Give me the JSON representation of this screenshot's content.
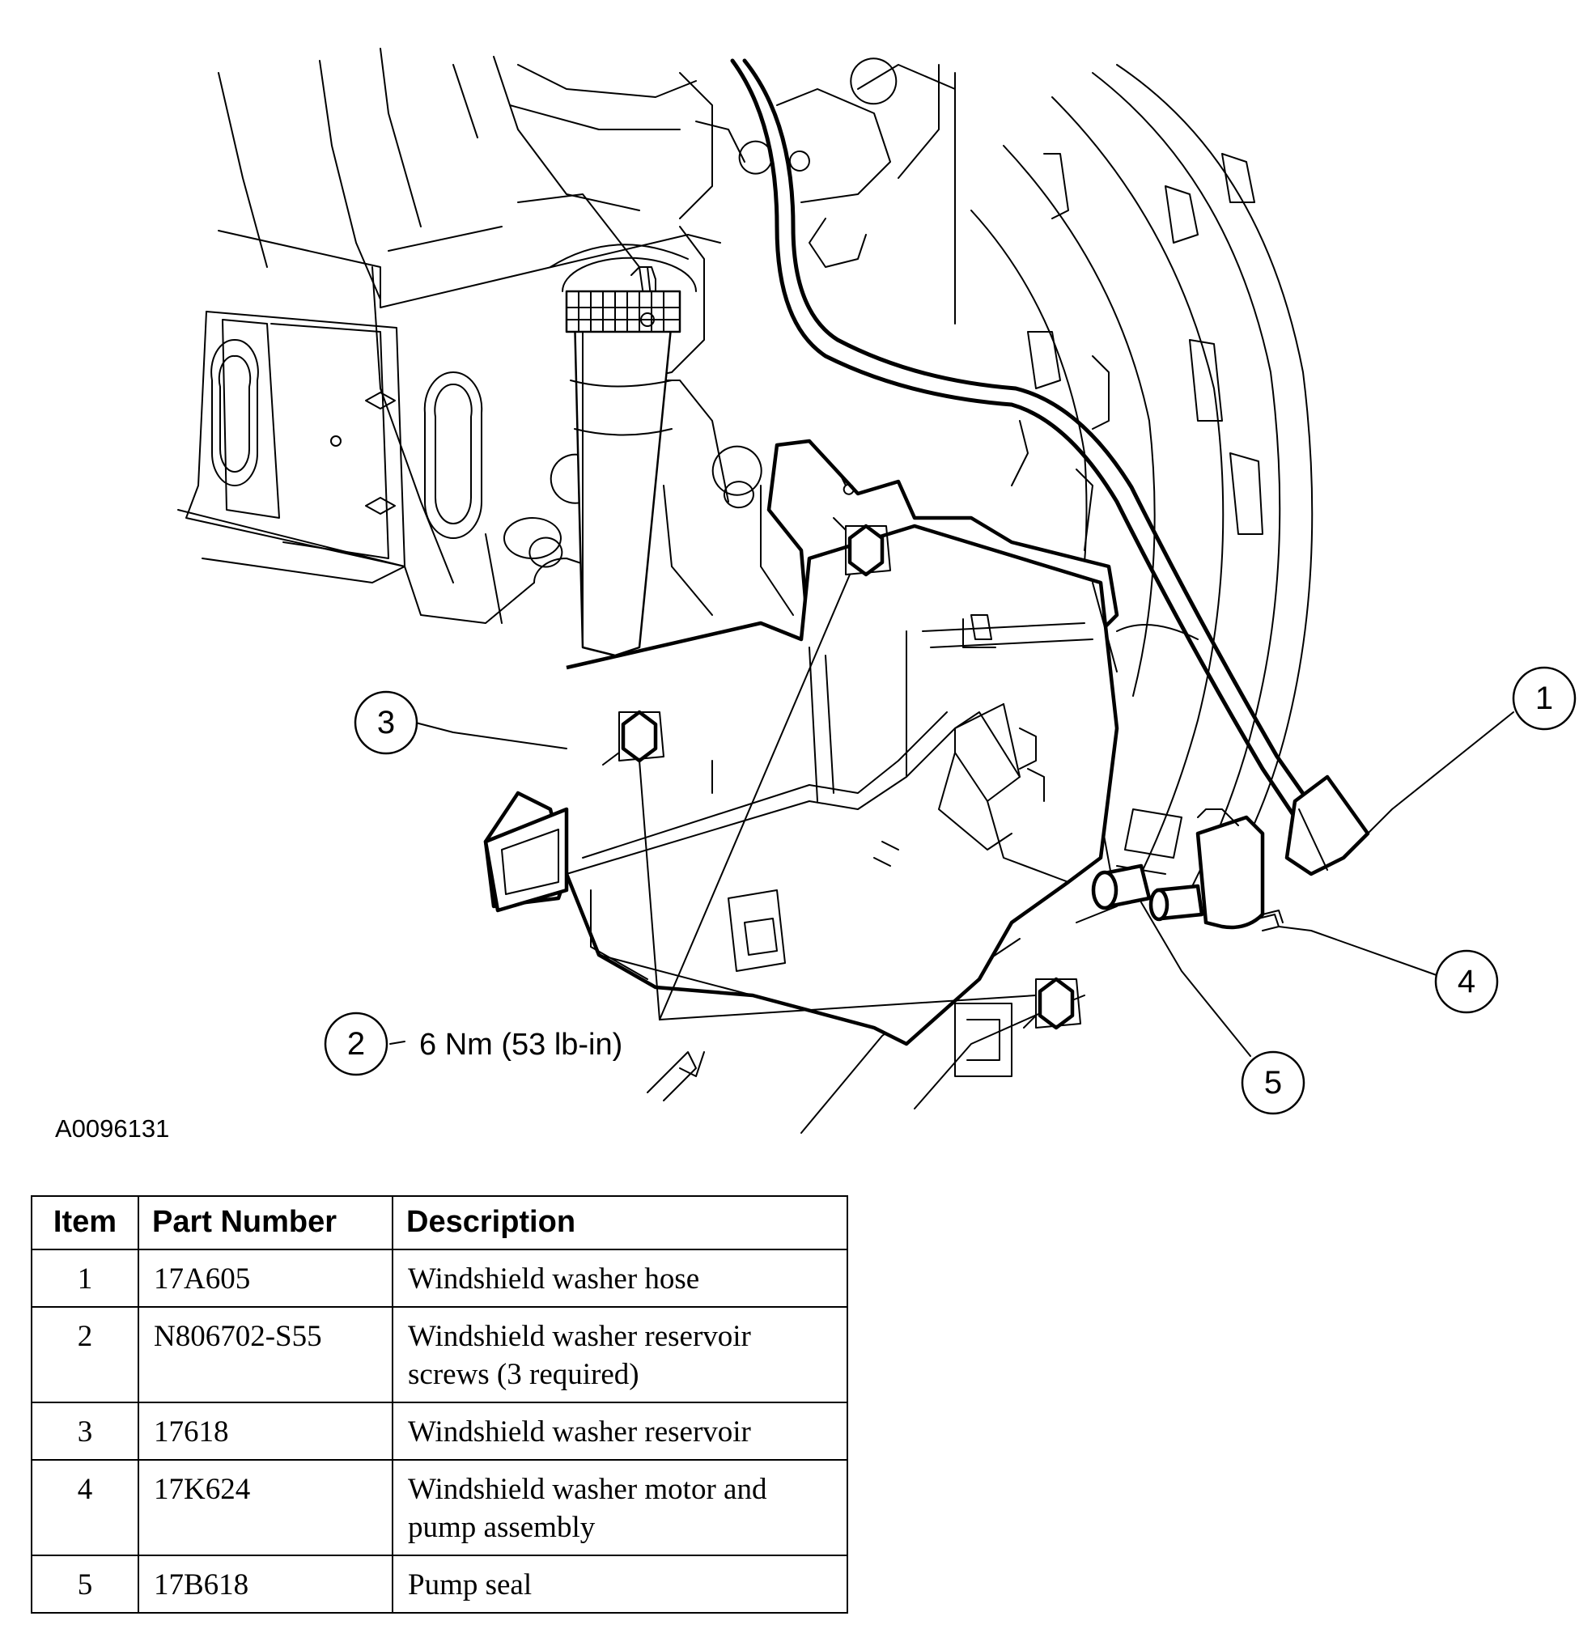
{
  "figure_id": "A0096131",
  "torque_spec": "6 Nm (53 lb-in)",
  "callouts": [
    "1",
    "2",
    "3",
    "4",
    "5"
  ],
  "table": {
    "headers": {
      "item": "Item",
      "part_number": "Part Number",
      "description": "Description"
    },
    "rows": [
      {
        "item": "1",
        "part_number": "17A605",
        "description": "Windshield washer hose"
      },
      {
        "item": "2",
        "part_number": "N806702-S55",
        "description": "Windshield washer reservoir screws (3 required)"
      },
      {
        "item": "3",
        "part_number": "17618",
        "description": "Windshield washer reservoir"
      },
      {
        "item": "4",
        "part_number": "17K624",
        "description": "Windshield washer motor and pump assembly"
      },
      {
        "item": "5",
        "part_number": "17B618",
        "description": "Pump seal"
      }
    ]
  }
}
